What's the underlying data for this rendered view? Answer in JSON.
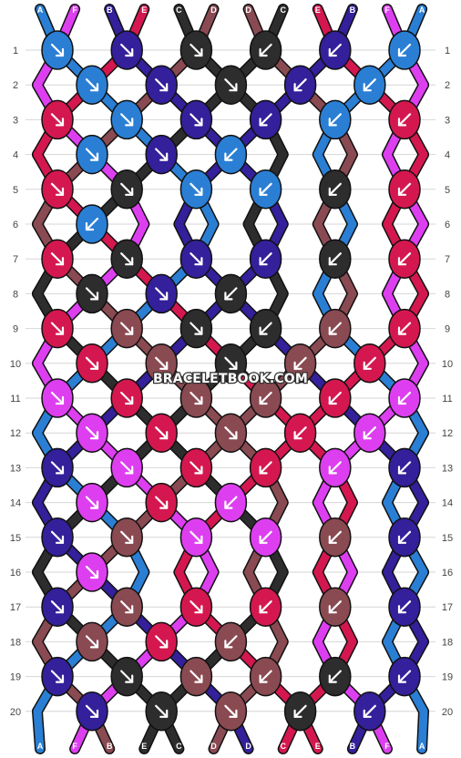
{
  "colors": {
    "A": "#2a7fd4",
    "B": "#33209a",
    "C": "#2d2d2d",
    "D": "#8a4a52",
    "E": "#d4184f",
    "F": "#dd3ff0"
  },
  "top_labels": [
    "A",
    "F",
    "B",
    "E",
    "C",
    "D",
    "D",
    "C",
    "E",
    "B",
    "F",
    "A"
  ],
  "bottom_labels": [
    "A",
    "F",
    "B",
    "E",
    "C",
    "D",
    "D",
    "C",
    "E",
    "B",
    "F",
    "A"
  ],
  "row_numbers": [
    "1",
    "2",
    "3",
    "4",
    "5",
    "6",
    "7",
    "8",
    "9",
    "10",
    "11",
    "12",
    "13",
    "14",
    "15",
    "16",
    "17",
    "18",
    "19",
    "20"
  ],
  "watermark": "BRACELETBOOK.COM",
  "rows": [
    [
      {
        "c": "A",
        "d": "R"
      },
      {
        "c": "B",
        "d": "R"
      },
      {
        "c": "C",
        "d": "R"
      },
      {
        "c": "C",
        "d": "L"
      },
      {
        "c": "B",
        "d": "L"
      },
      {
        "c": "A",
        "d": "L"
      }
    ],
    [
      {
        "c": "A",
        "d": "R"
      },
      {
        "c": "B",
        "d": "R"
      },
      {
        "c": "C",
        "d": "R"
      },
      {
        "c": "B",
        "d": "L"
      },
      {
        "c": "A",
        "d": "L"
      }
    ],
    [
      {
        "c": "E",
        "d": "R"
      },
      {
        "c": "A",
        "d": "R"
      },
      {
        "c": "B",
        "d": "R"
      },
      {
        "c": "B",
        "d": "L"
      },
      {
        "c": "A",
        "d": "L"
      },
      {
        "c": "E",
        "d": "L"
      }
    ],
    [
      {
        "c": "A",
        "d": "R"
      },
      {
        "c": "B",
        "d": "R"
      },
      {
        "c": "A",
        "d": "L"
      }
    ],
    [
      {
        "c": "E",
        "d": "R"
      },
      {
        "c": "C",
        "d": "R"
      },
      {
        "c": "A",
        "d": "R"
      },
      {
        "c": "A",
        "d": "L"
      },
      {
        "c": "C",
        "d": "L"
      },
      {
        "c": "E",
        "d": "L"
      }
    ],
    [
      {
        "c": "A",
        "d": "L"
      }
    ],
    [
      {
        "c": "E",
        "d": "R"
      },
      {
        "c": "C",
        "d": "R"
      },
      {
        "c": "B",
        "d": "R"
      },
      {
        "c": "B",
        "d": "L"
      },
      {
        "c": "C",
        "d": "L"
      },
      {
        "c": "E",
        "d": "L"
      }
    ],
    [
      {
        "c": "C",
        "d": "R"
      },
      {
        "c": "B",
        "d": "R"
      },
      {
        "c": "C",
        "d": "L"
      }
    ],
    [
      {
        "c": "E",
        "d": "R"
      },
      {
        "c": "D",
        "d": "R"
      },
      {
        "c": "C",
        "d": "R"
      },
      {
        "c": "C",
        "d": "L"
      },
      {
        "c": "D",
        "d": "L"
      },
      {
        "c": "E",
        "d": "L"
      }
    ],
    [
      {
        "c": "E",
        "d": "R"
      },
      {
        "c": "D",
        "d": "R"
      },
      {
        "c": "C",
        "d": "R"
      },
      {
        "c": "D",
        "d": "L"
      },
      {
        "c": "E",
        "d": "L"
      }
    ],
    [
      {
        "c": "F",
        "d": "R"
      },
      {
        "c": "E",
        "d": "R"
      },
      {
        "c": "D",
        "d": "R"
      },
      {
        "c": "D",
        "d": "L"
      },
      {
        "c": "E",
        "d": "L"
      },
      {
        "c": "F",
        "d": "L"
      }
    ],
    [
      {
        "c": "F",
        "d": "R"
      },
      {
        "c": "E",
        "d": "R"
      },
      {
        "c": "D",
        "d": "R"
      },
      {
        "c": "E",
        "d": "L"
      },
      {
        "c": "F",
        "d": "L"
      }
    ],
    [
      {
        "c": "B",
        "d": "R"
      },
      {
        "c": "F",
        "d": "R"
      },
      {
        "c": "E",
        "d": "R"
      },
      {
        "c": "E",
        "d": "L"
      },
      {
        "c": "F",
        "d": "L"
      },
      {
        "c": "B",
        "d": "L"
      }
    ],
    [
      {
        "c": "F",
        "d": "R"
      },
      {
        "c": "E",
        "d": "R"
      },
      {
        "c": "F",
        "d": "L"
      }
    ],
    [
      {
        "c": "B",
        "d": "R"
      },
      {
        "c": "D",
        "d": "R"
      },
      {
        "c": "F",
        "d": "R"
      },
      {
        "c": "F",
        "d": "L"
      },
      {
        "c": "D",
        "d": "L"
      },
      {
        "c": "B",
        "d": "L"
      }
    ],
    [
      {
        "c": "F",
        "d": "R"
      }
    ],
    [
      {
        "c": "B",
        "d": "R"
      },
      {
        "c": "D",
        "d": "R"
      },
      {
        "c": "E",
        "d": "R"
      },
      {
        "c": "E",
        "d": "L"
      },
      {
        "c": "D",
        "d": "L"
      },
      {
        "c": "B",
        "d": "L"
      }
    ],
    [
      {
        "c": "D",
        "d": "R"
      },
      {
        "c": "E",
        "d": "R"
      },
      {
        "c": "D",
        "d": "L"
      }
    ],
    [
      {
        "c": "B",
        "d": "R"
      },
      {
        "c": "C",
        "d": "R"
      },
      {
        "c": "D",
        "d": "R"
      },
      {
        "c": "D",
        "d": "L"
      },
      {
        "c": "C",
        "d": "L"
      },
      {
        "c": "B",
        "d": "L"
      }
    ],
    [
      {
        "c": "B",
        "d": "R"
      },
      {
        "c": "C",
        "d": "R"
      },
      {
        "c": "D",
        "d": "R"
      },
      {
        "c": "C",
        "d": "L"
      },
      {
        "c": "B",
        "d": "L"
      }
    ]
  ]
}
